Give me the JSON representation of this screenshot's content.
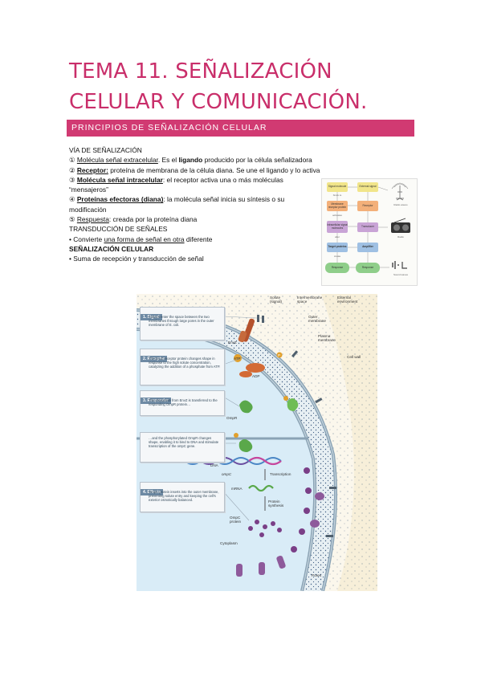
{
  "title": "TEMA 11. SEÑALIZACIÓN CELULAR Y COMUNICACIÓN.",
  "section": "PRINCIPIOS DE SEÑALIZACIÓN CELULAR",
  "via_heading": "VÍA DE SEÑALIZACIÓN",
  "items": {
    "i1_num": "①",
    "i1_term": "Molécula señal extracelular",
    "i1_mid": ". Es el ",
    "i1_bold": "ligando",
    "i1_rest": " producido por la célula señalizadora",
    "i2_num": "②",
    "i2_term": "Receptor:",
    "i2_rest": " proteína de membrana de la célula diana. Se une el ligando y lo activa",
    "i3_num": "③",
    "i3_term": "Molécula señal intracelular",
    "i3_rest": ": el receptor activa una o más moléculas",
    "i3_cont": "“mensajeros”",
    "i4_num": "④",
    "i4_term": "Proteínas efectoras (diana)",
    "i4_rest": ": la molécula señal inicia su síntesis o su",
    "i4_cont": "modificación",
    "i5_num": "⑤",
    "i5_term": "Respuesta",
    "i5_rest": ": creada por la proteína diana"
  },
  "transduccion_heading": "TRANSDUCCIÓN DE SEÑALES",
  "transduccion_bullet_pre": "• Convierte ",
  "transduccion_bullet_u": "una forma de señal en otra",
  "transduccion_bullet_post": " diferente",
  "senalizacion_heading": "SEÑALIZACIÓN CELULAR",
  "senalizacion_bullet": "• Suma de recepción y transducción de señal",
  "mini_figure": {
    "left": [
      "Signal molecule",
      "Membrane receptor protein",
      "Intracellular signal molecules",
      "Target proteins",
      "Response"
    ],
    "right": [
      "External signal",
      "Receptor",
      "Transducer",
      "Amplifier",
      "Response"
    ],
    "arrows": [
      "binds to",
      "activates",
      "alter",
      "create"
    ],
    "icons": [
      "Radio waves",
      "Radio",
      "Sound waves"
    ]
  },
  "big_figure": {
    "callouts": {
      "c1_head": "1. Signal",
      "c1_text": "Solutes enter the space between the two membranes through large pores in the outer membrane of E. coli.",
      "c2_head": "2. Receptor",
      "c2_text": "The EnvZ receptor protein changes shape in response to the high solute concentration, catalyzing the addition of a phosphate from ATP.",
      "c3_head": "3. Responder",
      "c3_text": "The phosphate from EnvZ is transferred to the responding OmpR protein…",
      "c4_text": "…and the phosphorylated OmpR changes shape, enabling it to bind to DNA and stimulate transcription of the ompC gene.",
      "c5_head": "4. Effects",
      "c5_text": "OmpC protein inserts into the outer membrane, preventing solute entry and keeping the cell's exterior osmotically balanced."
    },
    "labels": {
      "solute": "Solute (signal)",
      "intermembrane": "Intermembrane space",
      "external": "External environment",
      "outer": "Outer membrane",
      "plasma": "Plasma membrane",
      "cellwall": "Cell wall",
      "envz": "EnvZ",
      "atp": "ATP",
      "adp": "ADP",
      "p": "P",
      "ompr": "OmpR",
      "dna": "DNA",
      "ompc_gene": "ompC",
      "transcription": "Transcription",
      "mrna": "mRNA",
      "protein_synthesis": "Protein synthesis",
      "ompc_protein": "OmpC protein",
      "cytoplasm": "Cytoplasm",
      "pores": "Pores"
    }
  },
  "colors": {
    "title": "#c92e6a",
    "section_bar": "#d13a72",
    "cytoplasm": "#d9ecf7",
    "membrane": "#8aa3b5",
    "ompc": "#7a3f87"
  }
}
